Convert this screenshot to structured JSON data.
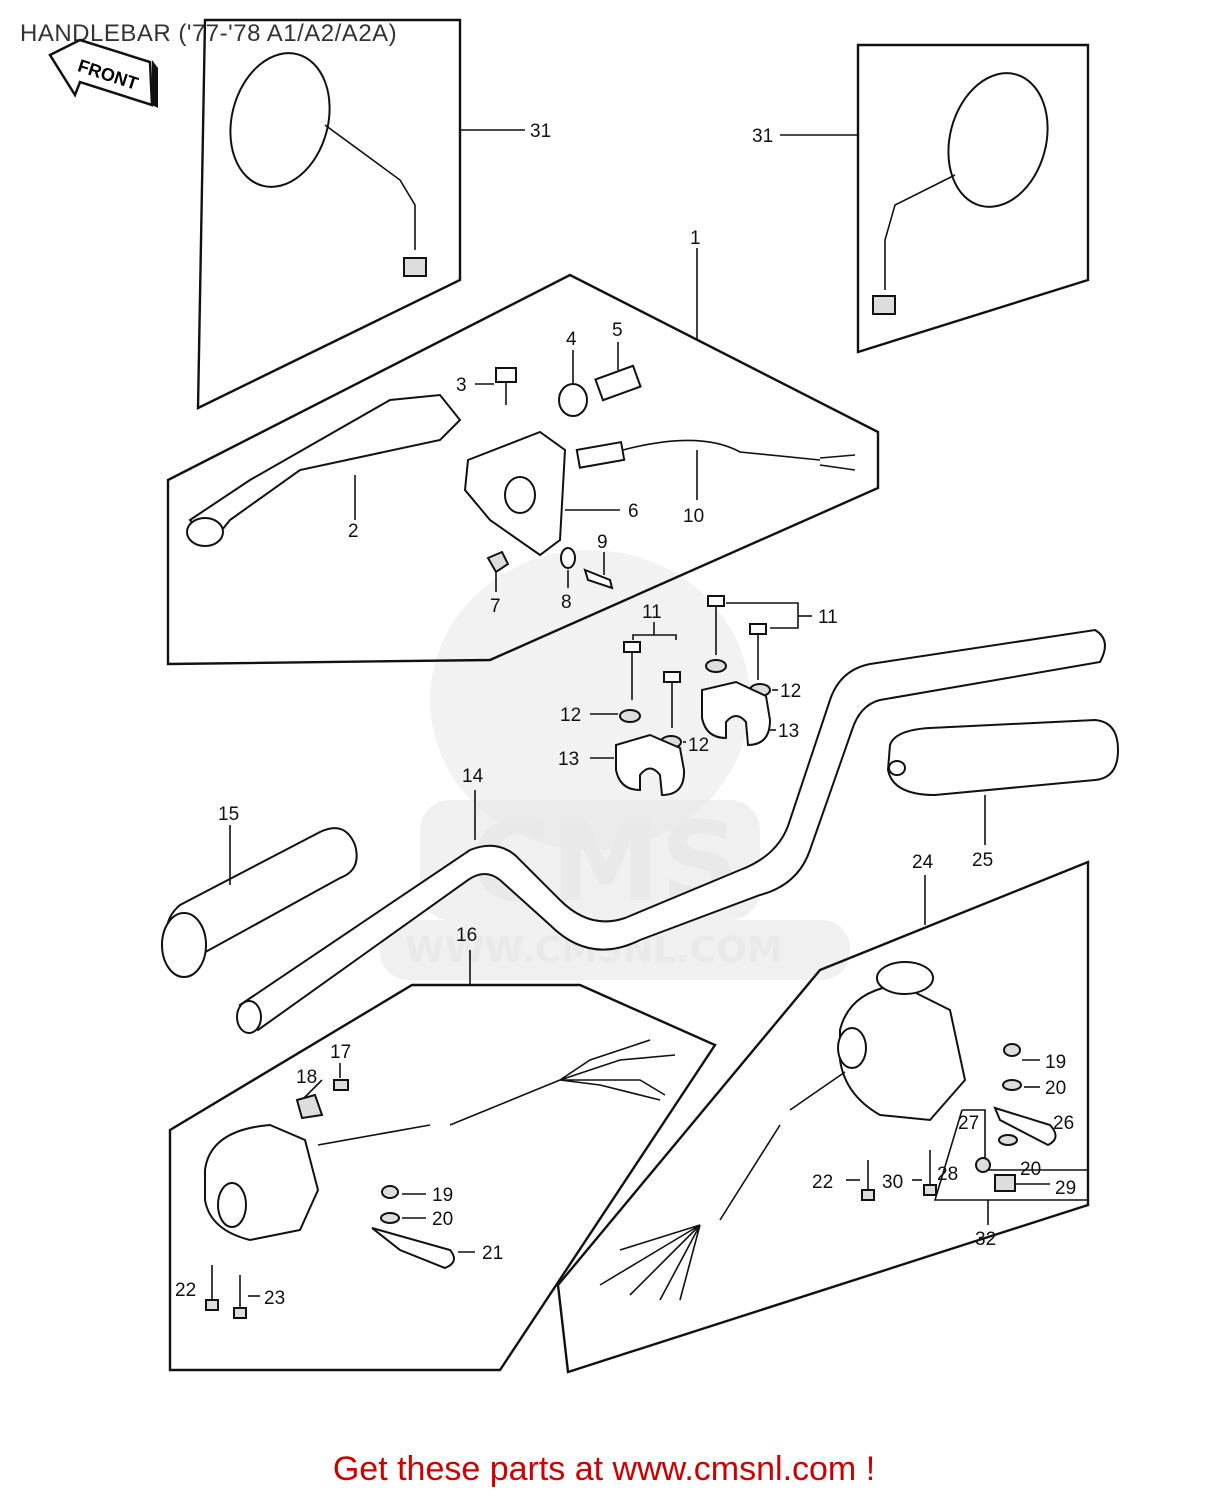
{
  "title": "HANDLEBAR ('77-'78 A1/A2/A2A)",
  "front_arrow_label": "FRONT",
  "footer": "Get these parts at www.cmsnl.com !",
  "watermark": {
    "brand": "CMS",
    "site": "WWW.CMSNL.COM"
  },
  "callouts": [
    "1",
    "2",
    "3",
    "4",
    "5",
    "6",
    "7",
    "8",
    "9",
    "10",
    "11",
    "12",
    "13",
    "14",
    "15",
    "16",
    "17",
    "18",
    "19",
    "20",
    "21",
    "22",
    "23",
    "24",
    "25",
    "26",
    "27",
    "28",
    "29",
    "30",
    "31",
    "32"
  ],
  "labels": {
    "p1": "1",
    "p2": "2",
    "p3": "3",
    "p4": "4",
    "p5": "5",
    "p6": "6",
    "p7": "7",
    "p8": "8",
    "p9": "9",
    "p10": "10",
    "p11a": "11",
    "p11b": "11",
    "p12a": "12",
    "p12b": "12",
    "p12c": "12",
    "p13a": "13",
    "p13b": "13",
    "p14": "14",
    "p15": "15",
    "p16": "16",
    "p17": "17",
    "p18": "18",
    "p19a": "19",
    "p19b": "19",
    "p20a": "20",
    "p20b": "20",
    "p20c": "20",
    "p21": "21",
    "p22a": "22",
    "p22b": "22",
    "p23": "23",
    "p24": "24",
    "p25": "25",
    "p26": "26",
    "p27": "27",
    "p28": "28",
    "p29": "29",
    "p30": "30",
    "p31a": "31",
    "p31b": "31",
    "p32": "32"
  }
}
